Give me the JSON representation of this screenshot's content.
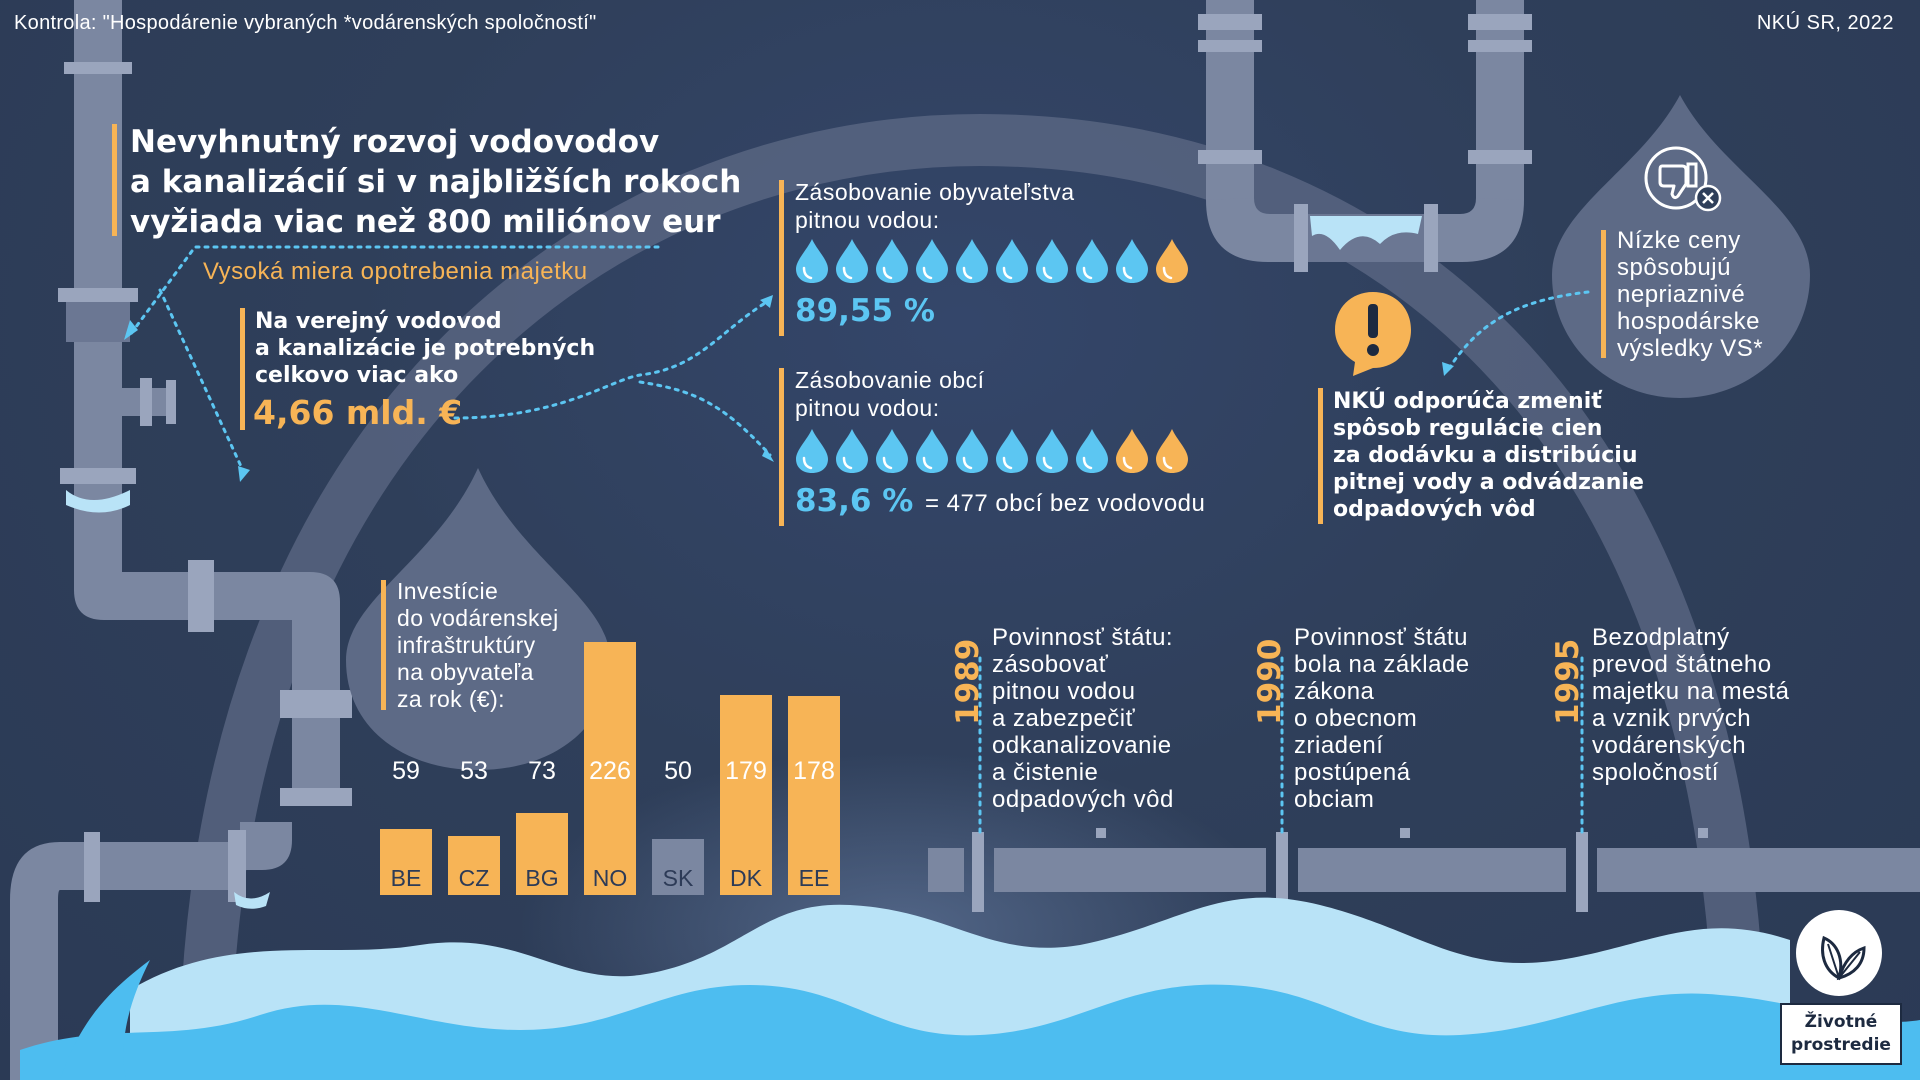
{
  "header": {
    "audit_title": "Kontrola: \"Hospodárenie vybraných *vodárenských spoločností\"",
    "source": "NKÚ SR, 2022"
  },
  "headline": {
    "lines": [
      "Nevyhnutný rozvoj vodovodov",
      "a kanalizácií si v najbližších rokoch",
      "vyžiada viac než 800 miliónov eur"
    ]
  },
  "wear": {
    "text": "Vysoká miera opotrebenia majetku"
  },
  "need": {
    "lines": [
      "Na verejný vodovod",
      "a kanalizácie je potrebných",
      "celkovo viac ako"
    ],
    "amount": "4,66 mld. €"
  },
  "population_supply": {
    "label_lines": [
      "Zásobovanie obyvateľstva",
      "pitnou vodou:"
    ],
    "percent": "89,55 %",
    "drops_total": 10,
    "drops_blue": 9
  },
  "municipality_supply": {
    "label_lines": [
      "Zásobovanie obcí",
      "pitnou vodou:"
    ],
    "percent": "83,6 %",
    "note": "= 477 obcí bez vodovodu",
    "drops_total": 10,
    "drops_blue": 8
  },
  "investment": {
    "label_lines": [
      "Investície",
      "do vodárenskej",
      "infraštruktúry",
      "na obyvateľa",
      "za rok (€):"
    ]
  },
  "chart_data": {
    "type": "bar",
    "categories": [
      "BE",
      "CZ",
      "BG",
      "NO",
      "SK",
      "DK",
      "EE"
    ],
    "values": [
      59,
      53,
      73,
      226,
      50,
      179,
      178
    ],
    "value_labels": [
      "59",
      "53",
      "73",
      "226",
      "50",
      "179",
      "178"
    ],
    "highlight": "SK",
    "colors": {
      "default": "#f7b456",
      "highlight": "#7b87a1"
    },
    "ylim": [
      0,
      226
    ]
  },
  "timeline": [
    {
      "year": "1989",
      "lines": [
        "Povinnosť štátu:",
        "zásobovať",
        "pitnou vodou",
        "a zabezpečiť",
        "odkanalizovanie",
        "a čistenie",
        "odpadových vôd"
      ]
    },
    {
      "year": "1990",
      "lines": [
        "Povinnosť štátu",
        "bola na základe",
        "zákona",
        "o obecnom",
        "zriadení",
        "postúpená",
        "obciam"
      ]
    },
    {
      "year": "1995",
      "lines": [
        "Bezodplatný",
        "prevod štátneho",
        "majetku na mestá",
        "a vznik prvých",
        "vodárenských",
        "spoločností"
      ]
    }
  ],
  "low_prices": {
    "lines": [
      "Nízke ceny",
      "spôsobujú",
      "nepriaznivé",
      "hospodárske",
      "výsledky VS*"
    ],
    "icon": "thumbs-down-icon"
  },
  "recommendation": {
    "lines": [
      "NKÚ odporúča zmeniť",
      "spôsob regulácie cien",
      "za dodávku a distribúciu",
      "pitnej vody a odvádzanie",
      "odpadových vôd"
    ],
    "icon": "exclamation-icon"
  },
  "logo": {
    "lines": [
      "Životné",
      "prostredie"
    ],
    "icon": "leaf-icon"
  },
  "colors": {
    "background": "#2f3f5a",
    "accent": "#f7b456",
    "water_blue": "#5cc6f2",
    "pipe": "#7b87a1",
    "wave_light": "#b9e3f7"
  }
}
